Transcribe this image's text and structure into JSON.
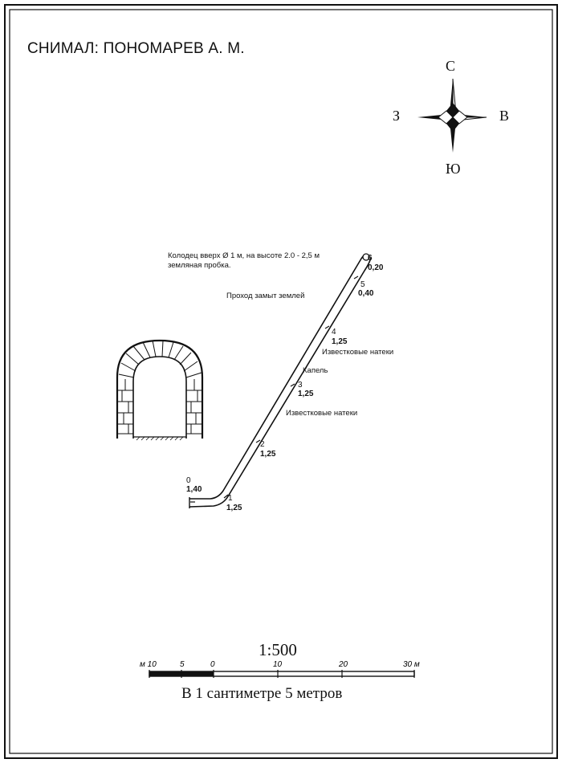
{
  "header": {
    "author": "СНИМАЛ: ПОНОМАРЕВ А. М."
  },
  "compass": {
    "north": "С",
    "south": "Ю",
    "west": "З",
    "east": "В"
  },
  "annotations": {
    "well_line1": "Колодец вверх Ø 1 м, на высоте 2.0 - 2,5 м",
    "well_line2": "земляная пробка.",
    "silted": "Проход замыт землей",
    "lime_1": "Известковые натеки",
    "drip": "Капель",
    "lime_2": "Известковые натеки"
  },
  "stations": [
    {
      "id": "0",
      "value": "1,40"
    },
    {
      "id": "1",
      "value": "1,25"
    },
    {
      "id": "2",
      "value": "1,25"
    },
    {
      "id": "3",
      "value": "1,25"
    },
    {
      "id": "4",
      "value": "1,25"
    },
    {
      "id": "5",
      "value": "0,40"
    },
    {
      "id": "6",
      "value": "0,20"
    }
  ],
  "scale": {
    "ratio": "1:500",
    "caption": "В 1 сантиметре 5 метров",
    "ticks": [
      "м 10",
      "5",
      "0",
      "10",
      "20",
      "30 м"
    ]
  }
}
